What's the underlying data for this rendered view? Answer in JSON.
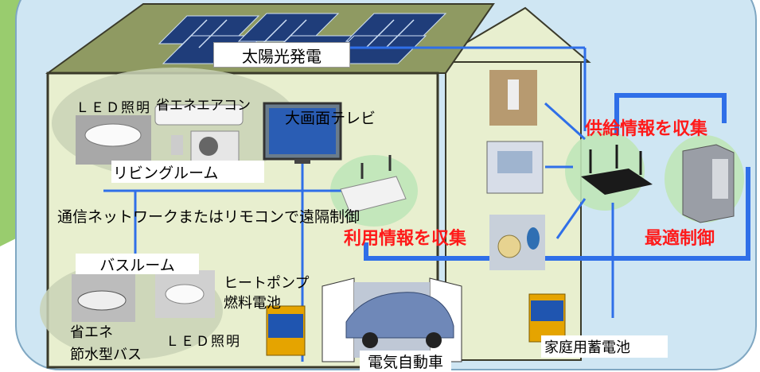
{
  "colors": {
    "background_panel": "#cfe6f3",
    "house_fill": "#e8efcf",
    "house_outline": "#3a3a2a",
    "network_line": "#2f6fe8",
    "highlight_text": "#ff1a1a",
    "solar_panel": "#1f3d7a",
    "ellipse": "#c9d2b6"
  },
  "labels": {
    "solar": "太陽光発電",
    "led_living": "ＬＥＤ照明",
    "aircon": "省エネエアコン",
    "tv": "大画面テレビ",
    "living_room": "リビングルーム",
    "network": "通信ネットワークまたはリモコンで遠隔制御",
    "bathroom": "バスルーム",
    "eco_bath_1": "省エネ",
    "eco_bath_2": "節水型バス",
    "led_bath": "ＬＥＤ照明",
    "heatpump_1": "ヒートポンプ",
    "heatpump_2": "燃料電池",
    "ev": "電気自動車",
    "home_battery": "家庭用蓄電池",
    "collect_supply": "供給情報を収集",
    "collect_usage": "利用情報を収集",
    "optimal": "最適制御"
  },
  "icons": [
    "ceiling-light-icon",
    "air-conditioner-icon",
    "tv-icon",
    "router-icon",
    "bath-icon",
    "heat-pump-icon",
    "car-icon",
    "battery-icon",
    "server-icon",
    "meter-icon",
    "outlet-icon",
    "gas-meter-icon",
    "wifi-router-icon"
  ]
}
